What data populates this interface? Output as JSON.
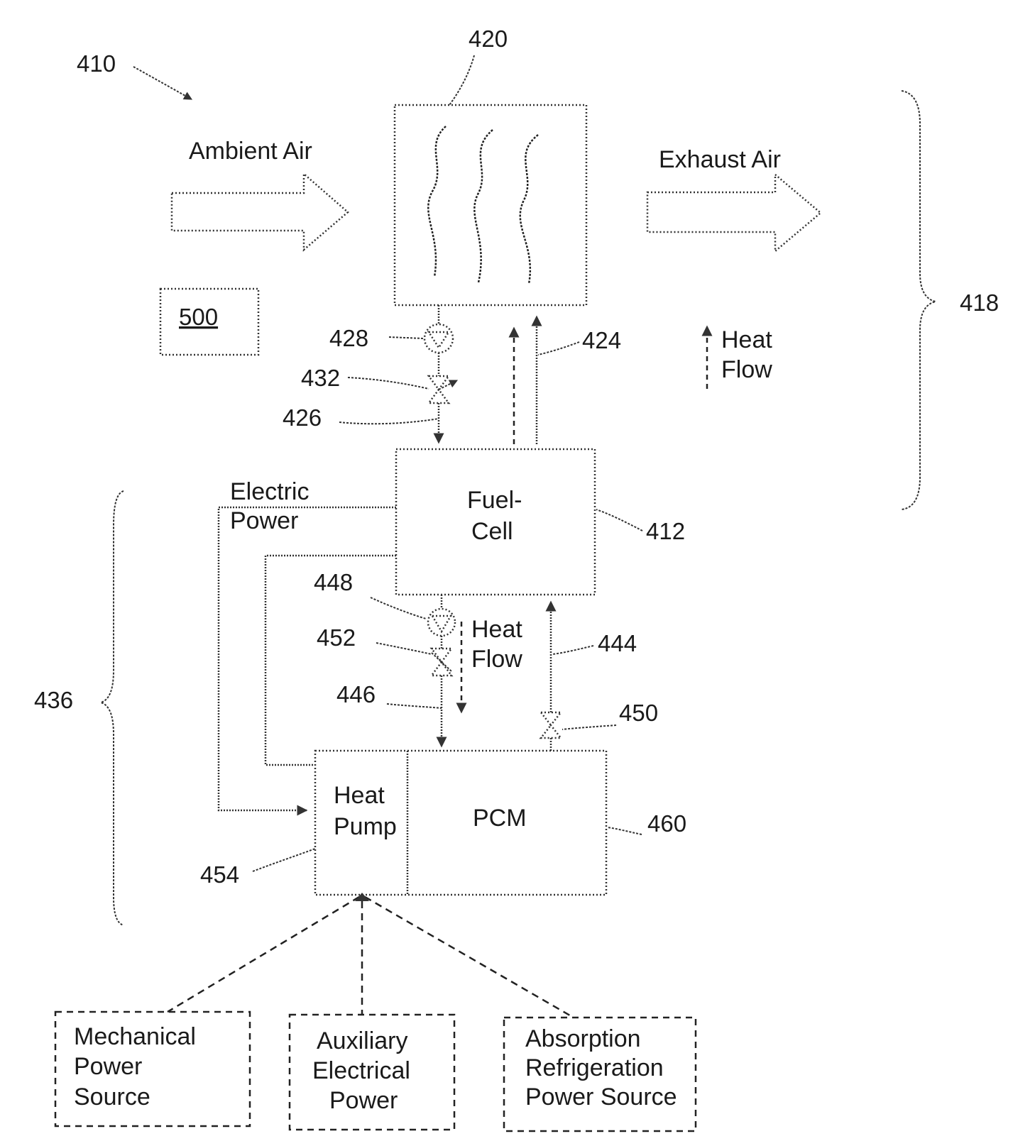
{
  "refs": {
    "r410": "410",
    "r420": "420",
    "r418": "418",
    "r500": "500",
    "r428": "428",
    "r432": "432",
    "r426": "426",
    "r424": "424",
    "r412": "412",
    "r436": "436",
    "r448": "448",
    "r452": "452",
    "r446": "446",
    "r444": "444",
    "r450": "450",
    "r460": "460",
    "r454": "454"
  },
  "labels": {
    "ambient_air": "Ambient Air",
    "exhaust_air": "Exhaust Air",
    "heat_flow_legend": [
      "Heat",
      "Flow"
    ],
    "heat_flow_mid": [
      "Heat",
      "Flow"
    ],
    "electric_power": [
      "Electric",
      "Power"
    ],
    "fuel_cell": [
      "Fuel-",
      "Cell"
    ],
    "heat_pump": [
      "Heat",
      "Pump"
    ],
    "pcm": "PCM",
    "mechanical_power_source": [
      "Mechanical",
      "Power",
      "Source"
    ],
    "auxiliary_electrical_power": [
      "Auxiliary",
      "Electrical",
      "Power"
    ],
    "absorption_refrigeration": [
      "Absorption",
      "Refrigeration",
      "Power Source"
    ]
  }
}
